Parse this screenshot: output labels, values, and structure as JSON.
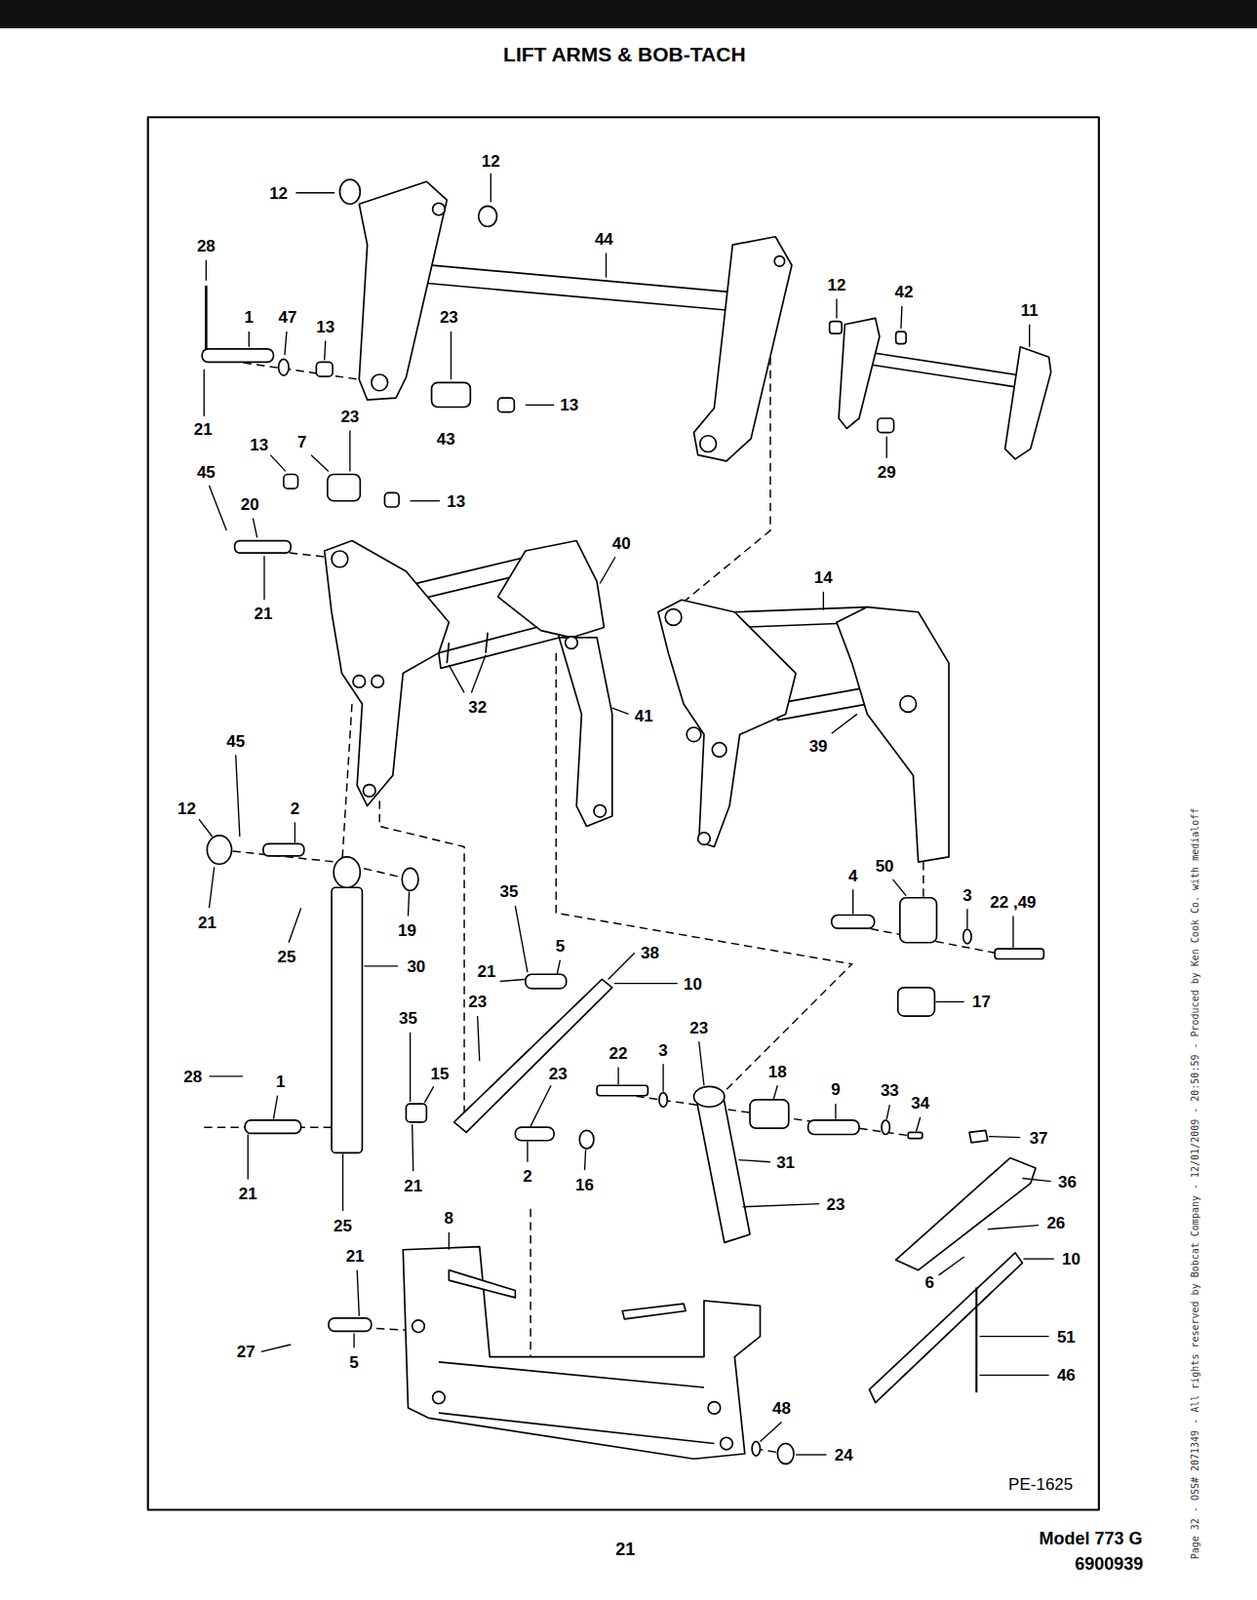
{
  "diagram": {
    "title": "LIFT ARMS & BOB-TACH",
    "labels": [
      "12",
      "12",
      "28",
      "44",
      "12",
      "42",
      "11",
      "1",
      "47",
      "13",
      "23",
      "13",
      "43",
      "21",
      "23",
      "13",
      "7",
      "13",
      "29",
      "45",
      "20",
      "21",
      "40",
      "14",
      "32",
      "41",
      "39",
      "45",
      "12",
      "2",
      "21",
      "19",
      "25",
      "30",
      "4",
      "50",
      "3",
      "22 ,49",
      "35",
      "5",
      "38",
      "10",
      "17",
      "21",
      "23",
      "35",
      "15",
      "23",
      "23",
      "22",
      "3",
      "18",
      "9",
      "33",
      "34",
      "37",
      "28",
      "1",
      "2",
      "16",
      "21",
      "31",
      "36",
      "23",
      "21",
      "25",
      "8",
      "26",
      "21",
      "10",
      "6",
      "27",
      "5",
      "51",
      "46",
      "48",
      "24",
      "PE-1625",
      "21",
      "Model 773 G",
      "6900939",
      "Page 32 - OSS# 2071349 - All rights reserved by Bobcat Company - 12/01/2009 - 20:50:59 - Produced by Ken Cook Co. with medialoff"
    ]
  }
}
